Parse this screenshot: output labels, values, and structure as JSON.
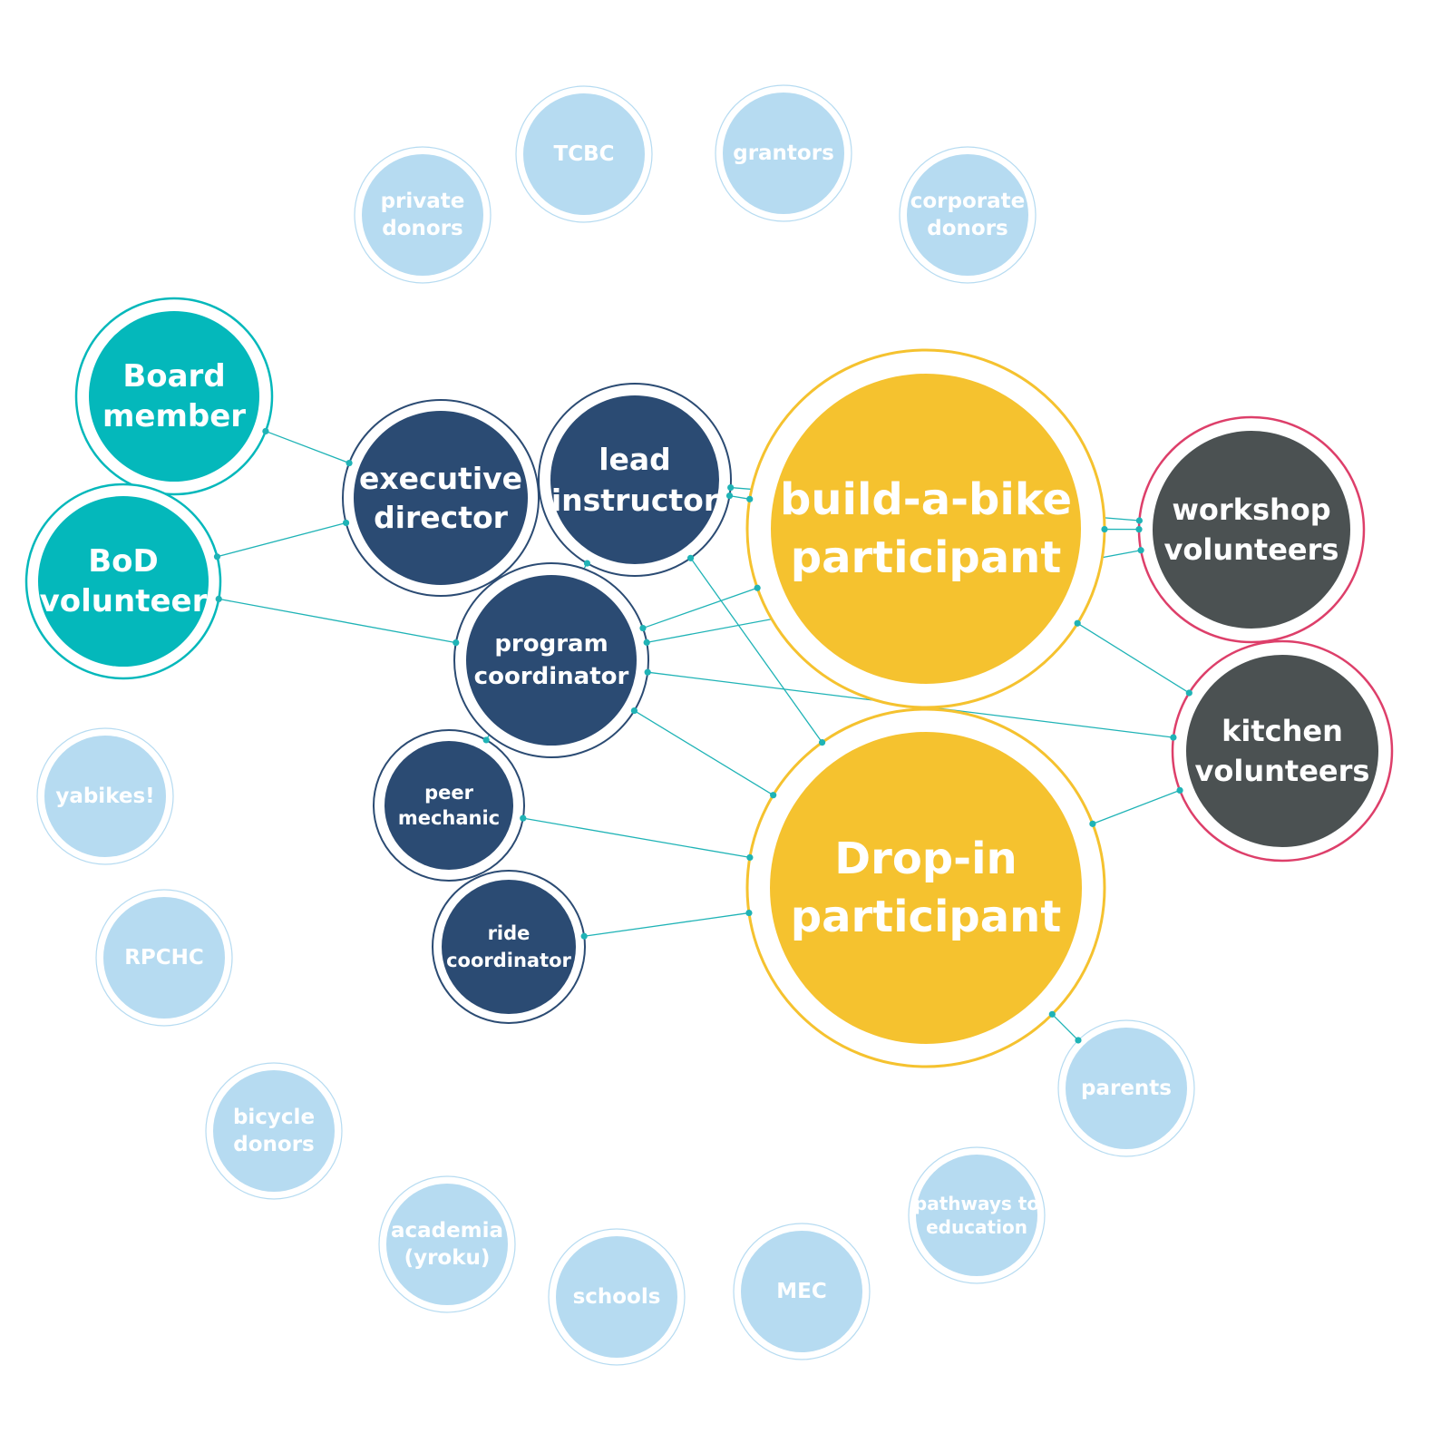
{
  "colors": {
    "teal": "#04b8bb",
    "navy": "#2b4b73",
    "yellow": "#f5c22f",
    "dark": "#4b5152",
    "pink": "#dd3f6a",
    "light": "#b6dbf1",
    "link": "#1fb3b6"
  },
  "nodes": [
    {
      "id": "board-member",
      "label": [
        "Board",
        "member"
      ],
      "kind": "teal"
    },
    {
      "id": "bod-volunteer",
      "label": [
        "BoD",
        "volunteer"
      ],
      "kind": "teal"
    },
    {
      "id": "executive-director",
      "label": [
        "executive",
        "director"
      ],
      "kind": "navy"
    },
    {
      "id": "lead-instructor",
      "label": [
        "lead",
        "instructor"
      ],
      "kind": "navy"
    },
    {
      "id": "program-coordinator",
      "label": [
        "program",
        "coordinator"
      ],
      "kind": "navy"
    },
    {
      "id": "peer-mechanic",
      "label": [
        "peer",
        "mechanic"
      ],
      "kind": "navy"
    },
    {
      "id": "ride-coordinator",
      "label": [
        "ride",
        "coordinator"
      ],
      "kind": "navy"
    },
    {
      "id": "build-a-bike-participant",
      "label": [
        "build-a-bike",
        "participant"
      ],
      "kind": "yellow"
    },
    {
      "id": "drop-in-participant",
      "label": [
        "Drop-in",
        "participant"
      ],
      "kind": "yellow"
    },
    {
      "id": "workshop-volunteers",
      "label": [
        "workshop",
        "volunteers"
      ],
      "kind": "dark"
    },
    {
      "id": "kitchen-volunteers",
      "label": [
        "kitchen",
        "volunteers"
      ],
      "kind": "dark"
    },
    {
      "id": "private-donors",
      "label": [
        "private",
        "donors"
      ],
      "kind": "light"
    },
    {
      "id": "tcbc",
      "label": [
        "TCBC"
      ],
      "kind": "light"
    },
    {
      "id": "grantors",
      "label": [
        "grantors"
      ],
      "kind": "light"
    },
    {
      "id": "corporate-donors",
      "label": [
        "corporate",
        "donors"
      ],
      "kind": "light"
    },
    {
      "id": "yabikes",
      "label": [
        "yabikes!"
      ],
      "kind": "light"
    },
    {
      "id": "rpchc",
      "label": [
        "RPCHC"
      ],
      "kind": "light"
    },
    {
      "id": "bicycle-donors",
      "label": [
        "bicycle",
        "donors"
      ],
      "kind": "light"
    },
    {
      "id": "academia",
      "label": [
        "academia",
        "(yroku)"
      ],
      "kind": "light"
    },
    {
      "id": "schools",
      "label": [
        "schools"
      ],
      "kind": "light"
    },
    {
      "id": "mec",
      "label": [
        "MEC"
      ],
      "kind": "light"
    },
    {
      "id": "pathways-to-education",
      "label": [
        "pathways to",
        "education"
      ],
      "kind": "light"
    },
    {
      "id": "parents",
      "label": [
        "parents"
      ],
      "kind": "light"
    }
  ],
  "links": [
    [
      "board-member",
      "executive-director"
    ],
    [
      "bod-volunteer",
      "executive-director"
    ],
    [
      "bod-volunteer",
      "program-coordinator"
    ],
    [
      "lead-instructor",
      "workshop-volunteers"
    ],
    [
      "lead-instructor",
      "build-a-bike-participant"
    ],
    [
      "lead-instructor",
      "drop-in-participant"
    ],
    [
      "lead-instructor",
      "peer-mechanic"
    ],
    [
      "program-coordinator",
      "build-a-bike-participant"
    ],
    [
      "program-coordinator",
      "workshop-volunteers"
    ],
    [
      "program-coordinator",
      "kitchen-volunteers"
    ],
    [
      "program-coordinator",
      "drop-in-participant"
    ],
    [
      "peer-mechanic",
      "drop-in-participant"
    ],
    [
      "ride-coordinator",
      "drop-in-participant"
    ],
    [
      "build-a-bike-participant",
      "workshop-volunteers"
    ],
    [
      "build-a-bike-participant",
      "kitchen-volunteers"
    ],
    [
      "drop-in-participant",
      "kitchen-volunteers"
    ],
    [
      "drop-in-participant",
      "parents"
    ]
  ]
}
